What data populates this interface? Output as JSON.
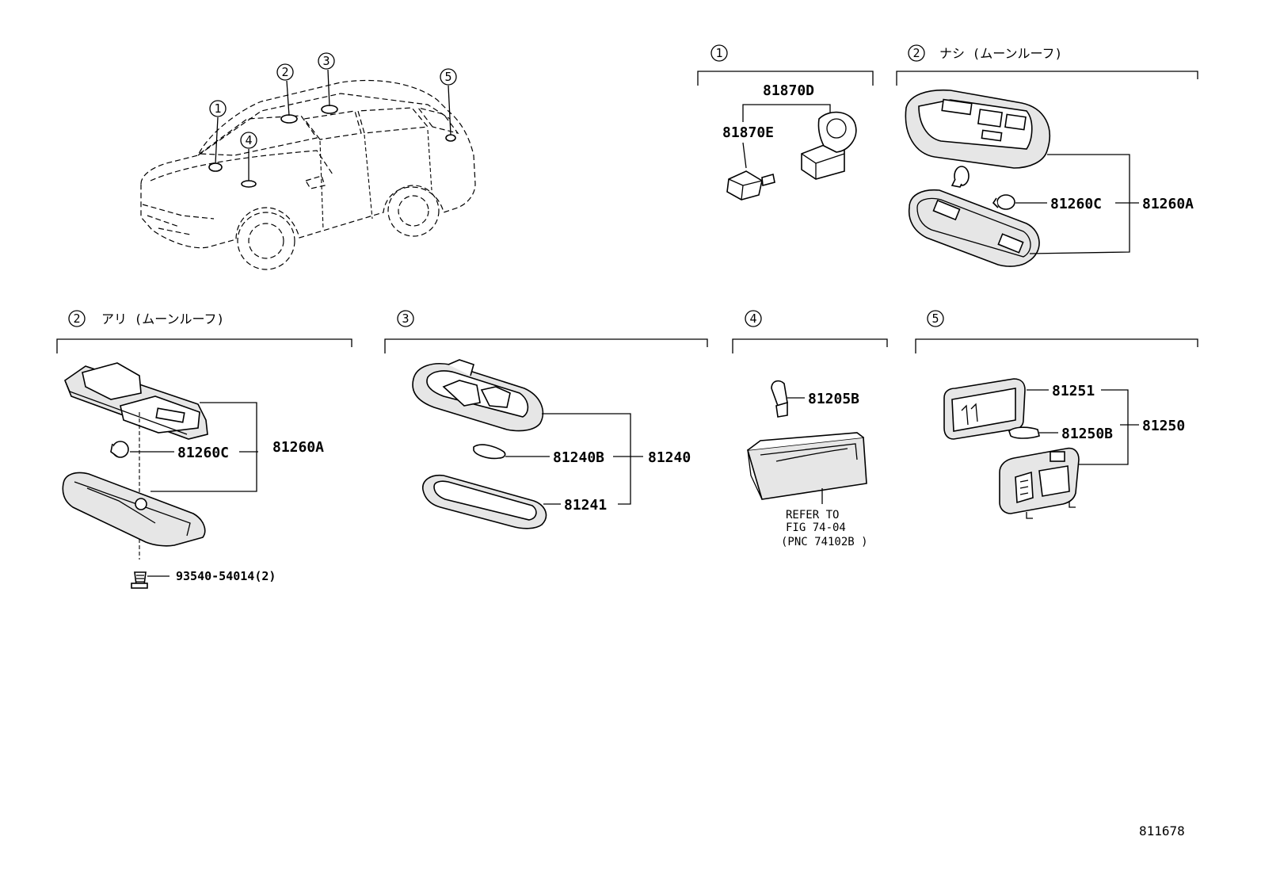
{
  "figure_id": "811678",
  "car_callouts": [
    "1",
    "2",
    "3",
    "4",
    "5"
  ],
  "sections": {
    "s1": {
      "number": "1",
      "caption": "",
      "parts": [
        "81870D",
        "81870E"
      ]
    },
    "s2a": {
      "number": "2",
      "caption": "ナシ (ムーンルーフ)",
      "parts": [
        "81260C",
        "81260A"
      ]
    },
    "s2b": {
      "number": "2",
      "caption": "アリ (ムーンルーフ)",
      "parts": [
        "81260C",
        "81260A",
        "93540-54014(2)"
      ]
    },
    "s3": {
      "number": "3",
      "caption": "",
      "parts": [
        "81240B",
        "81240",
        "81241"
      ]
    },
    "s4": {
      "number": "4",
      "caption": "",
      "parts": [
        "81205B"
      ],
      "note": [
        "REFER TO",
        "FIG 74-04",
        "(PNC 74102B )"
      ]
    },
    "s5": {
      "number": "5",
      "caption": "",
      "parts": [
        "81251",
        "81250B",
        "81250"
      ]
    }
  }
}
